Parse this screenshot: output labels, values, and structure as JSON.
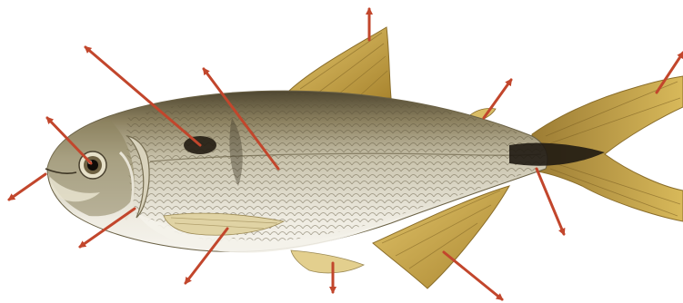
{
  "diagram": {
    "subject": "fish",
    "parts": [
      "dorsal-fin",
      "caudal-fin-upper-lobe",
      "adipose-fin",
      "caudal-peduncle-spot",
      "anal-fin",
      "pelvic-fin",
      "pectoral-fin",
      "lateral-line",
      "humeral-spot",
      "eye",
      "mouth",
      "operculum"
    ]
  },
  "colors": {
    "arrow": "#c2462c",
    "fin": "#c9a64a",
    "fin_dark": "#9c7a2c",
    "body_silver": "#c8c2aa",
    "back_dark": "#5f5538",
    "belly": "#f1eee4",
    "spot": "#201a12",
    "background": "#ffffff"
  }
}
